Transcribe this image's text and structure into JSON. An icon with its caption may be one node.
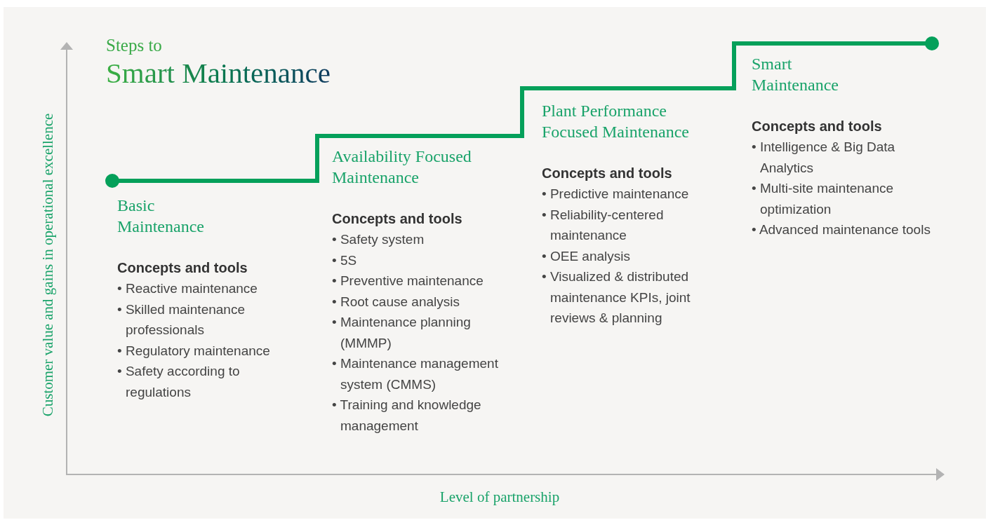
{
  "diagram": {
    "title": "Smart Maintenance",
    "labels": [
      "Steps to",
      "Customer value and gains in operational excellence",
      "Basic Maintenance",
      "Concepts and tools",
      "• Reactive maintenance",
      "• Skilled maintenance professionals",
      "• Regulatory maintenance",
      "• Safety according to regulations",
      "Availability Focused Maintenance",
      "Concepts and tools",
      "• Safety system",
      "• 5S",
      "• Preventive maintenance",
      "• Root cause analysis",
      "• Maintenance planning (MMMP)",
      "• Maintenance management system (CMMS)",
      "• Training and knowledge management",
      "Plant Performance Focused Maintenance",
      "Concepts and tools",
      "• Predictive maintenance",
      "• Reliability-centered maintenance",
      "• OEE analysis",
      "• Visualized & distributed maintenance KPIs, joint reviews & planning",
      "Smart Maintenance",
      "Concepts and tools",
      "• Intelligence & Big Data Analytics",
      "• Multi-site maintenance optimization",
      "• Advanced maintenance tools",
      "Level of partnership"
    ]
  }
}
